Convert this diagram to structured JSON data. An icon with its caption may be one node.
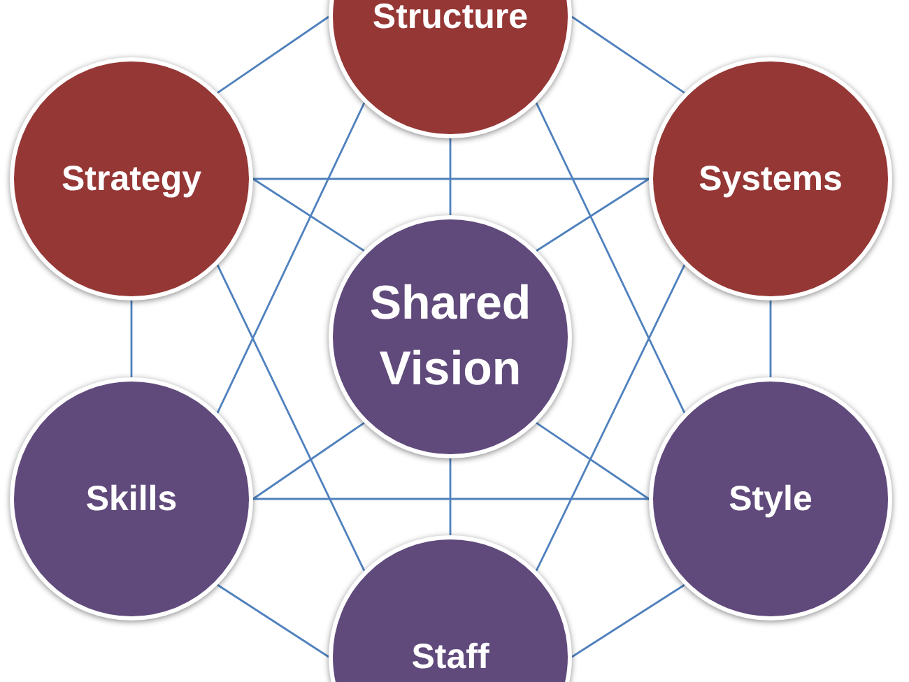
{
  "diagram": {
    "nodes": [
      {
        "text": [
          "Structure"
        ]
      },
      {
        "text": [
          "Strategy"
        ]
      },
      {
        "text": [
          "Systems"
        ]
      },
      {
        "text": [
          "Shared Vision"
        ]
      },
      {
        "text": [
          "Skills"
        ]
      },
      {
        "text": [
          "Style"
        ]
      },
      {
        "text": [
          "Staff"
        ]
      }
    ],
    "edges": [
      {
        "from": 1,
        "to": 0,
        "arrow": "none"
      },
      {
        "from": 0,
        "to": 2,
        "arrow": "none"
      },
      {
        "from": 1,
        "to": 2,
        "arrow": "none"
      },
      {
        "from": 1,
        "to": 3,
        "arrow": "none"
      },
      {
        "from": 2,
        "to": 3,
        "arrow": "none"
      },
      {
        "from": 0,
        "to": 3,
        "arrow": "none"
      },
      {
        "from": 1,
        "to": 4,
        "arrow": "none"
      },
      {
        "from": 2,
        "to": 5,
        "arrow": "none"
      },
      {
        "from": 0,
        "to": 4,
        "arrow": "none"
      },
      {
        "from": 0,
        "to": 5,
        "arrow": "none"
      },
      {
        "from": 1,
        "to": 6,
        "arrow": "none"
      },
      {
        "from": 2,
        "to": 6,
        "arrow": "none"
      },
      {
        "from": 3,
        "to": 4,
        "arrow": "none"
      },
      {
        "from": 3,
        "to": 5,
        "arrow": "none"
      },
      {
        "from": 3,
        "to": 6,
        "arrow": "none"
      },
      {
        "from": 4,
        "to": 5,
        "arrow": "none"
      },
      {
        "from": 4,
        "to": 6,
        "arrow": "none"
      },
      {
        "from": 5,
        "to": 6,
        "arrow": "none"
      }
    ]
  }
}
